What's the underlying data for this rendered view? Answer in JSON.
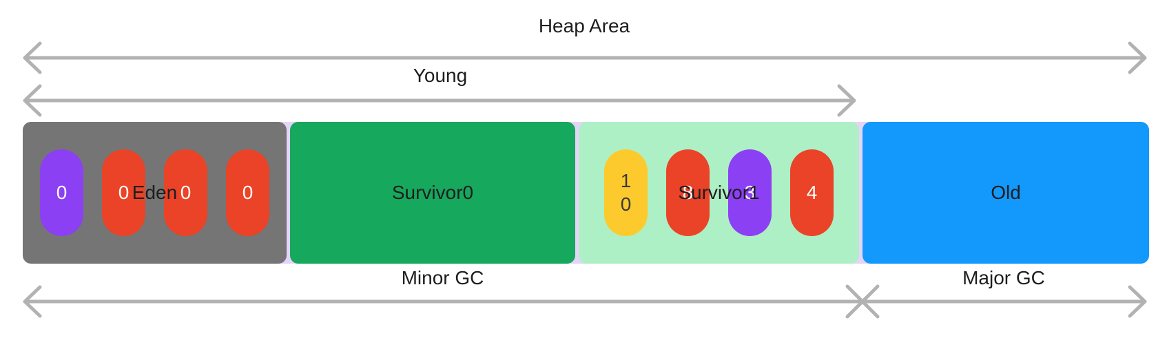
{
  "labels": {
    "heap": "Heap Area",
    "young": "Young",
    "minor_gc": "Minor GC",
    "major_gc": "Major GC"
  },
  "regions": [
    {
      "id": "eden",
      "label": "Eden",
      "color": "#757575",
      "objects": [
        {
          "value": "0",
          "color": "#8c40f4",
          "text_color": "#ffffff"
        },
        {
          "value": "0",
          "color": "#ea4327",
          "text_color": "#ffffff"
        },
        {
          "value": "0",
          "color": "#ea4327",
          "text_color": "#ffffff"
        },
        {
          "value": "0",
          "color": "#ea4327",
          "text_color": "#ffffff"
        }
      ]
    },
    {
      "id": "survivor0",
      "label": "Survivor0",
      "color": "#16a85c",
      "objects": []
    },
    {
      "id": "survivor1",
      "label": "Survivor1",
      "color": "#aef0c5",
      "objects": [
        {
          "value": "10",
          "color": "#fdca2d",
          "text_color": "#3a3a3a"
        },
        {
          "value": "8",
          "color": "#ea4327",
          "text_color": "#ffffff"
        },
        {
          "value": "3",
          "color": "#8c40f4",
          "text_color": "#ffffff"
        },
        {
          "value": "4",
          "color": "#ea4327",
          "text_color": "#ffffff"
        }
      ]
    },
    {
      "id": "old",
      "label": "Old",
      "color": "#1398fb",
      "objects": []
    }
  ],
  "colors": {
    "arrow": "#b2b2b2",
    "backing_strip": "#e5d4f9",
    "label_text": "#1d1d1f",
    "background": "#ffffff"
  }
}
